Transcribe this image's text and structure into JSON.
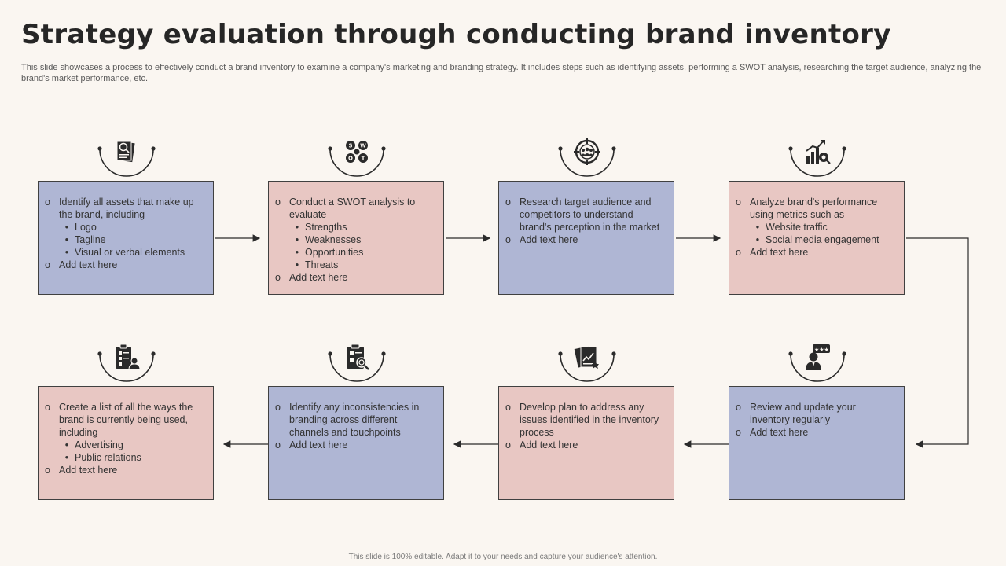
{
  "header": {
    "title": "Strategy evaluation through conducting brand inventory",
    "description": "This slide showcases a process to effectively conduct a brand inventory to examine a company's marketing and branding strategy. It includes steps such as identifying assets, performing a SWOT analysis, researching the target audience, analyzing the brand's market performance, etc."
  },
  "steps": [
    {
      "icon": "document-search-icon",
      "color": "#AFB6D4",
      "main": "Identify all assets that make up the brand, including",
      "bullets": [
        "Logo",
        "Tagline",
        "Visual or verbal  elements"
      ],
      "extra": "Add text here"
    },
    {
      "icon": "swot-icon",
      "color": "#E8C7C3",
      "main": "Conduct a SWOT analysis to evaluate",
      "bullets": [
        "Strengths",
        "Weaknesses",
        "Opportunities",
        "Threats"
      ],
      "extra": "Add text here",
      "swot_letters": [
        "S",
        "W",
        "O",
        "T"
      ]
    },
    {
      "icon": "target-audience-icon",
      "color": "#AFB6D4",
      "main": "Research target audience and competitors to understand brand's perception in the market",
      "bullets": [],
      "extra": "Add text here"
    },
    {
      "icon": "performance-chart-icon",
      "color": "#E8C7C3",
      "main": "Analyze brand's performance using metrics such as",
      "bullets": [
        "Website traffic",
        "Social media engagement"
      ],
      "extra": "Add text here"
    },
    {
      "icon": "review-rating-icon",
      "color": "#AFB6D4",
      "main": "Review  and update your inventory regularly",
      "bullets": [],
      "extra": "Add text here"
    },
    {
      "icon": "plan-document-icon",
      "color": "#E8C7C3",
      "main": "Develop  plan to address any issues identified  in the inventory  process",
      "bullets": [],
      "extra": "Add text here"
    },
    {
      "icon": "clipboard-search-icon",
      "color": "#AFB6D4",
      "main": "Identify  any inconsistencies in branding across different channels and touchpoints",
      "bullets": [],
      "extra": "Add text here"
    },
    {
      "icon": "checklist-user-icon",
      "color": "#E8C7C3",
      "main": "Create  a list of all the ways the brand is currently being used, including",
      "bullets": [
        "Advertising",
        "Public relations"
      ],
      "extra": "Add text here"
    }
  ],
  "markers": {
    "item": "o",
    "bullet": "•"
  },
  "footer": {
    "note": "This slide is 100% editable.  Adapt it to your needs and capture your audience's attention."
  }
}
